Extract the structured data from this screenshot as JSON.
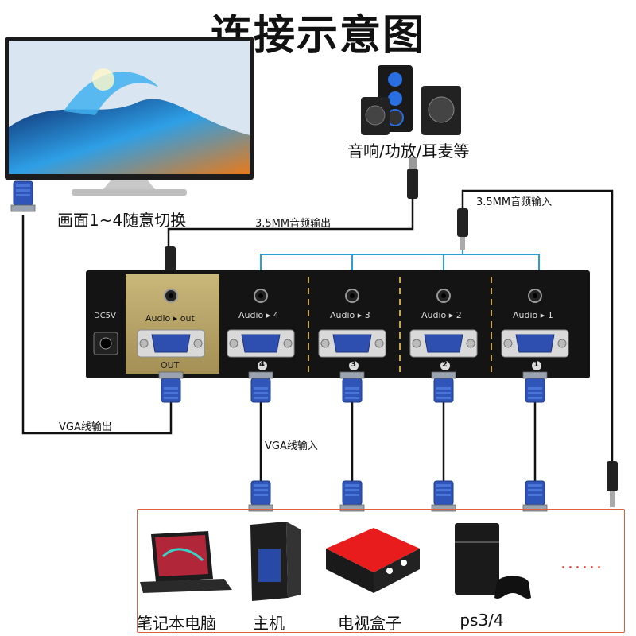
{
  "title": "连接示意图",
  "labels": {
    "speakers": "音响/功放/耳麦等",
    "monitor": "画面1~4随意切换",
    "audio_out": "3.5MM音频输出",
    "audio_in": "3.5MM音频输入",
    "vga_out": "VGA线输出",
    "vga_in": "VGA线输入"
  },
  "switch": {
    "dc": "DC5V",
    "out_audio": "Audio ▸ out",
    "out_label": "OUT",
    "ports": [
      {
        "audio": "Audio ▸ 4",
        "num": "4"
      },
      {
        "audio": "Audio ▸ 3",
        "num": "3"
      },
      {
        "audio": "Audio ▸ 2",
        "num": "2"
      },
      {
        "audio": "Audio ▸ 1",
        "num": "1"
      }
    ]
  },
  "devices": [
    {
      "label": "笔记本电脑",
      "icon": "laptop-icon"
    },
    {
      "label": "主机",
      "icon": "pc-tower-icon"
    },
    {
      "label": "电视盒子",
      "icon": "tv-box-icon"
    },
    {
      "label": "ps3/4",
      "icon": "game-console-icon"
    }
  ],
  "more": "......",
  "colors": {
    "accent_box": "#e0603a",
    "cable_blue": "#2a9fd6",
    "vga_blue": "#3a5fc0"
  }
}
